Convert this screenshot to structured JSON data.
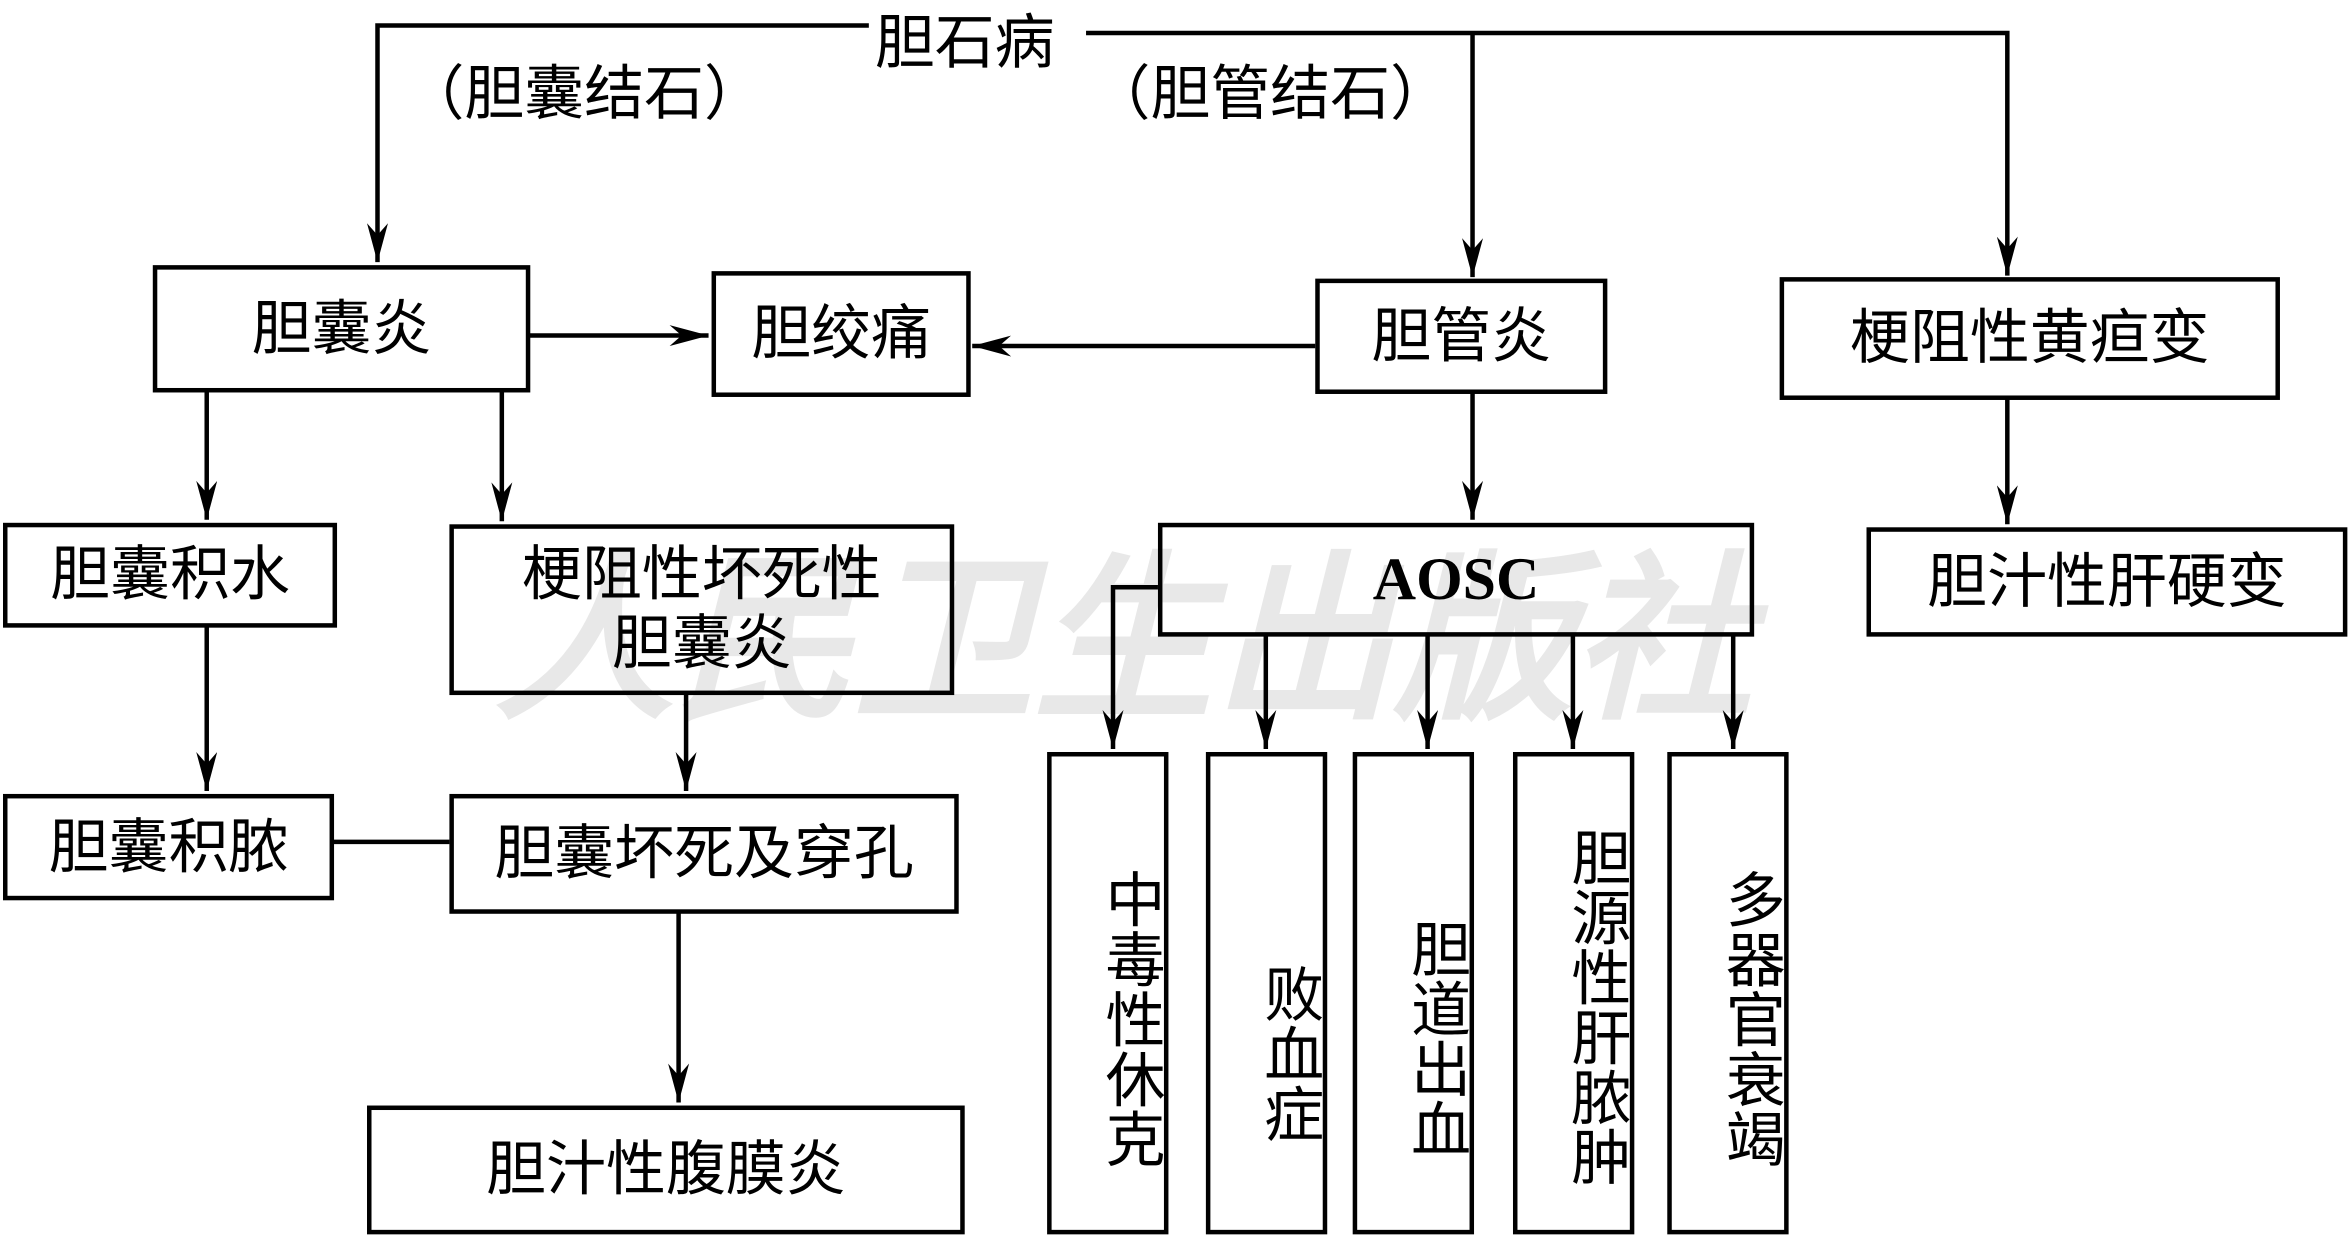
{
  "watermark": "人民卫生出版社",
  "root": "胆石病",
  "branch_left": "（胆囊结石）",
  "branch_right": "（胆管结石）",
  "nodes": {
    "cholecystitis": "胆囊炎",
    "biliary_colic": "胆绞痛",
    "cholangitis": "胆管炎",
    "obstructive_jaundice": "梗阻性黄疸变",
    "hydrops": "胆囊积水",
    "necrotizing": "梗阻性坏死性胆囊炎",
    "aosc": "AOSC",
    "biliary_cirrhosis": "胆汁性肝硬变",
    "empyema": "胆囊积脓",
    "perforation": "胆囊坏死及穿孔",
    "bile_peritonitis": "胆汁性腹膜炎",
    "toxic_shock": "中毒性休克",
    "sepsis": "败血症",
    "hemobilia": "胆道出血",
    "liver_abscess": "胆源性肝脓肿",
    "mof": "多器官衰竭"
  }
}
